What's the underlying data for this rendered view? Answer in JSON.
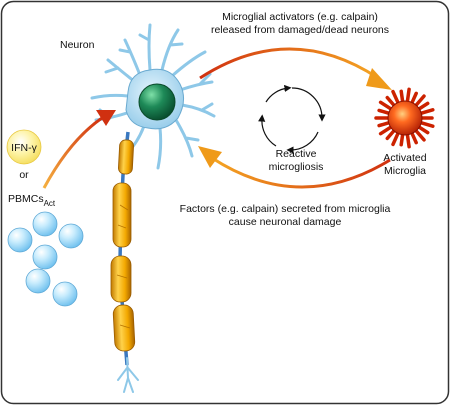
{
  "labels": {
    "neuron": "Neuron",
    "activators_line1": "Microglial activators (e.g. calpain)",
    "activators_line2": "released from damaged/dead neurons",
    "reactive_line1": "Reactive",
    "reactive_line2": "microgliosis",
    "activated_line1": "Activated",
    "activated_line2": "Microglia",
    "factors_line1": "Factors (e.g. calpain) secreted from microglia",
    "factors_line2": "cause neuronal damage",
    "ifn": "IFN-γ",
    "or": "or",
    "pbmcs": "PBMCs",
    "pbmcs_sub": "Act"
  },
  "colors": {
    "neuron_body": "#8ec8e8",
    "nucleus": "#1e8a58",
    "myelin": "#f3a800",
    "axon": "#3a78c0",
    "microglia": "#cc2200",
    "arrow_orange": "#ef9a1a",
    "arrow_red": "#d03010",
    "pbmc": "#a9dcfa",
    "ifn_circle": "#fdf3a6"
  }
}
